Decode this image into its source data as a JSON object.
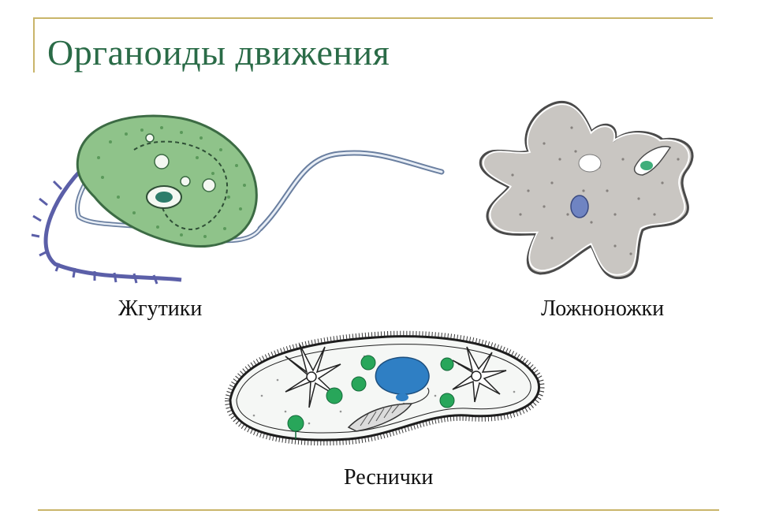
{
  "title": "Органоиды движения",
  "captions": {
    "flagella": "Жгутики",
    "pseudopodia": "Ложноножки",
    "cilia": "Реснички"
  },
  "colors": {
    "title": "#2a6b47",
    "frame": "#c9b56a",
    "euglena_body": "#8fc38a",
    "amoeba_body": "#c9c6c2",
    "paramecium_nucleus": "#2f7fc4",
    "vacuole_green": "#28a65a"
  }
}
